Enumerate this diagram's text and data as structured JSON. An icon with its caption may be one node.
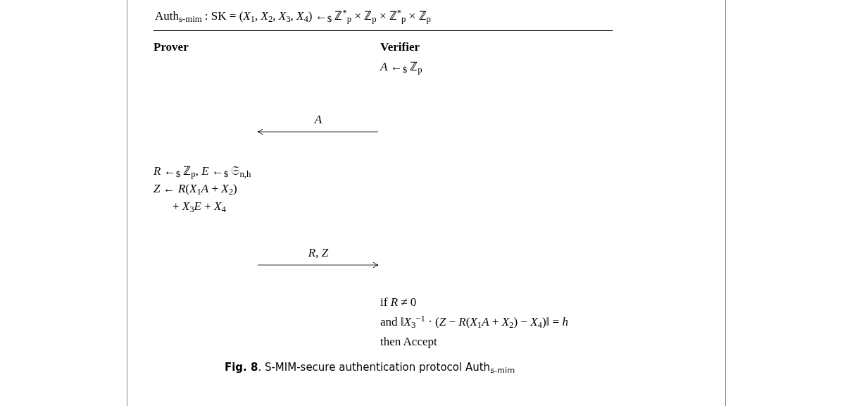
{
  "diagram": {
    "title": "Auth$_{s-mim}$ : SK = (*X*$_{1}$, *X*$_{2}$, *X*$_{3}$, *X*$_{4}$) ←$_{$}$ ℤ$^{*}$$_{p}$ × ℤ$_{p}$ × ℤ$^{*}$$_{p}$ × ℤ$_{p}$",
    "nodes": [
      {
        "text": [
          "Prover",
          "*R* ←$_{$}$ ℤ$_{p}$, *E* ←$_{$}$ 𝔖$_{n,h}$",
          "*Z* ← *R*(*X*$_{1}$*A* + *X*$_{2}$)",
          "+ *X*$_{3}$*E* + *X*$_{4}$"
        ]
      },
      {
        "text": [
          "Verifier",
          "*A* ←$_{$}$ ℤ$_{p}$",
          "if *R* ≠ 0",
          "and ‖*X*$_{3}$$^{−1}$ · (*Z* − *R*(*X*$_{1}$*A* + *X*$_{2}$) − *X*$_{4}$)‖ = *h*",
          "then Accept"
        ]
      }
    ],
    "edges": [
      {
        "from": 1,
        "to": 0,
        "arrow": "to",
        "label": "*A*"
      },
      {
        "from": 0,
        "to": 1,
        "arrow": "to",
        "label": "*R*, *Z*"
      }
    ],
    "caption": "**Fig. 8**. S-MIM-secure authentication protocol Auth$_{s-mim}$"
  }
}
